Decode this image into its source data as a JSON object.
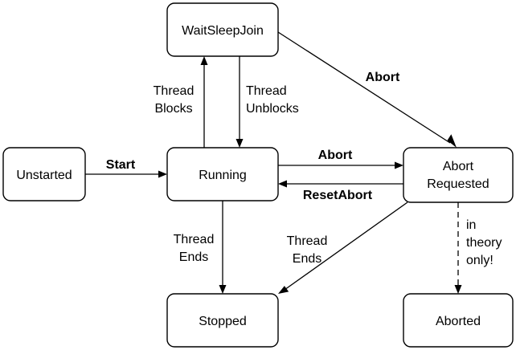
{
  "states": {
    "waitsleepjoin": "WaitSleepJoin",
    "unstarted": "Unstarted",
    "running": "Running",
    "abort_requested": [
      "Abort",
      "Requested"
    ],
    "stopped": "Stopped",
    "aborted": "Aborted"
  },
  "transitions": {
    "start": "Start",
    "abort_from_running": "Abort",
    "reset_abort": "ResetAbort",
    "abort_from_wait": "Abort",
    "thread_blocks": [
      "Thread",
      "Blocks"
    ],
    "thread_unblocks": [
      "Thread",
      "Unblocks"
    ],
    "thread_ends_running": [
      "Thread",
      "Ends"
    ],
    "thread_ends_abort": [
      "Thread",
      "Ends"
    ],
    "in_theory_only": [
      "in",
      "theory",
      "only!"
    ]
  }
}
